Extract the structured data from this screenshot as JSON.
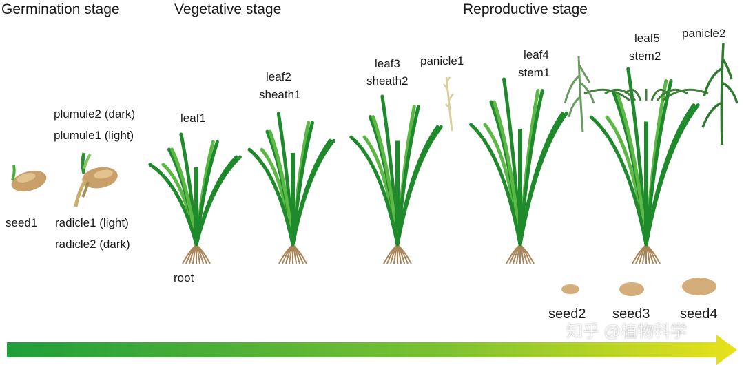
{
  "stages": {
    "germination": "Germination stage",
    "vegetative": "Vegetative stage",
    "reproductive": "Reproductive stage"
  },
  "labels": {
    "seed1": "seed1",
    "plumule2": "plumule2 (dark)",
    "plumule1": "plumule1 (light)",
    "radicle1": "radicle1 (light)",
    "radicle2": "radicle2 (dark)",
    "leaf1": "leaf1",
    "root": "root",
    "leaf2": "leaf2",
    "sheath1": "sheath1",
    "leaf3": "leaf3",
    "sheath2": "sheath2",
    "panicle1": "panicle1",
    "leaf4": "leaf4",
    "stem1": "stem1",
    "leaf5": "leaf5",
    "stem2": "stem2",
    "panicle2": "panicle2",
    "seed2": "seed2",
    "seed3": "seed3",
    "seed4": "seed4"
  },
  "watermark": "知乎 @植物科学",
  "colors": {
    "arrow_start": "#1f9e3a",
    "arrow_end": "#e9e21a",
    "leaf_dark": "#1e8a2c",
    "leaf_light": "#5cb845",
    "seed": "#c9a06a",
    "root": "#a9865a"
  }
}
